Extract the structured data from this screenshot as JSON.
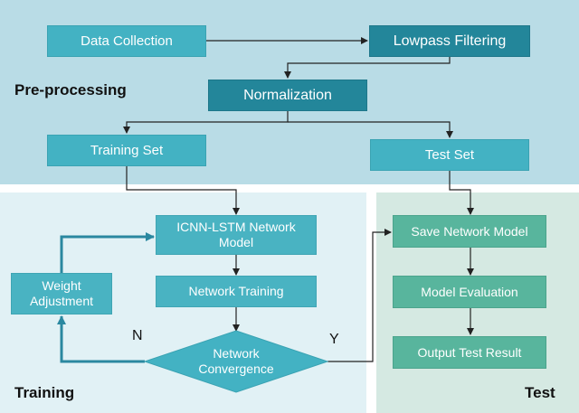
{
  "sections": {
    "preprocessing": "Pre-processing",
    "training": "Training",
    "test": "Test"
  },
  "nodes": {
    "data_collection": "Data Collection",
    "lowpass_filtering": "Lowpass Filtering",
    "normalization": "Normalization",
    "training_set": "Training Set",
    "test_set": "Test Set",
    "icnn_lstm_model": "ICNN-LSTM Network Model",
    "network_training": "Network Training",
    "network_convergence": "Network Convergence",
    "weight_adjustment": "Weight Adjustment",
    "save_network_model": "Save Network Model",
    "model_evaluation": "Model Evaluation",
    "output_test_result": "Output Test Result"
  },
  "decision_labels": {
    "no": "N",
    "yes": "Y"
  },
  "colors": {
    "preprocessing_bg": "#b9dce6",
    "training_bg": "#e1f1f5",
    "test_bg": "#d5e9e2",
    "box_teal": "#43b2c3",
    "box_dark_teal": "#23869a",
    "box_green": "#58b59d",
    "decision_fill": "#43b2c3",
    "feedback_arrow": "#2a88a0"
  }
}
